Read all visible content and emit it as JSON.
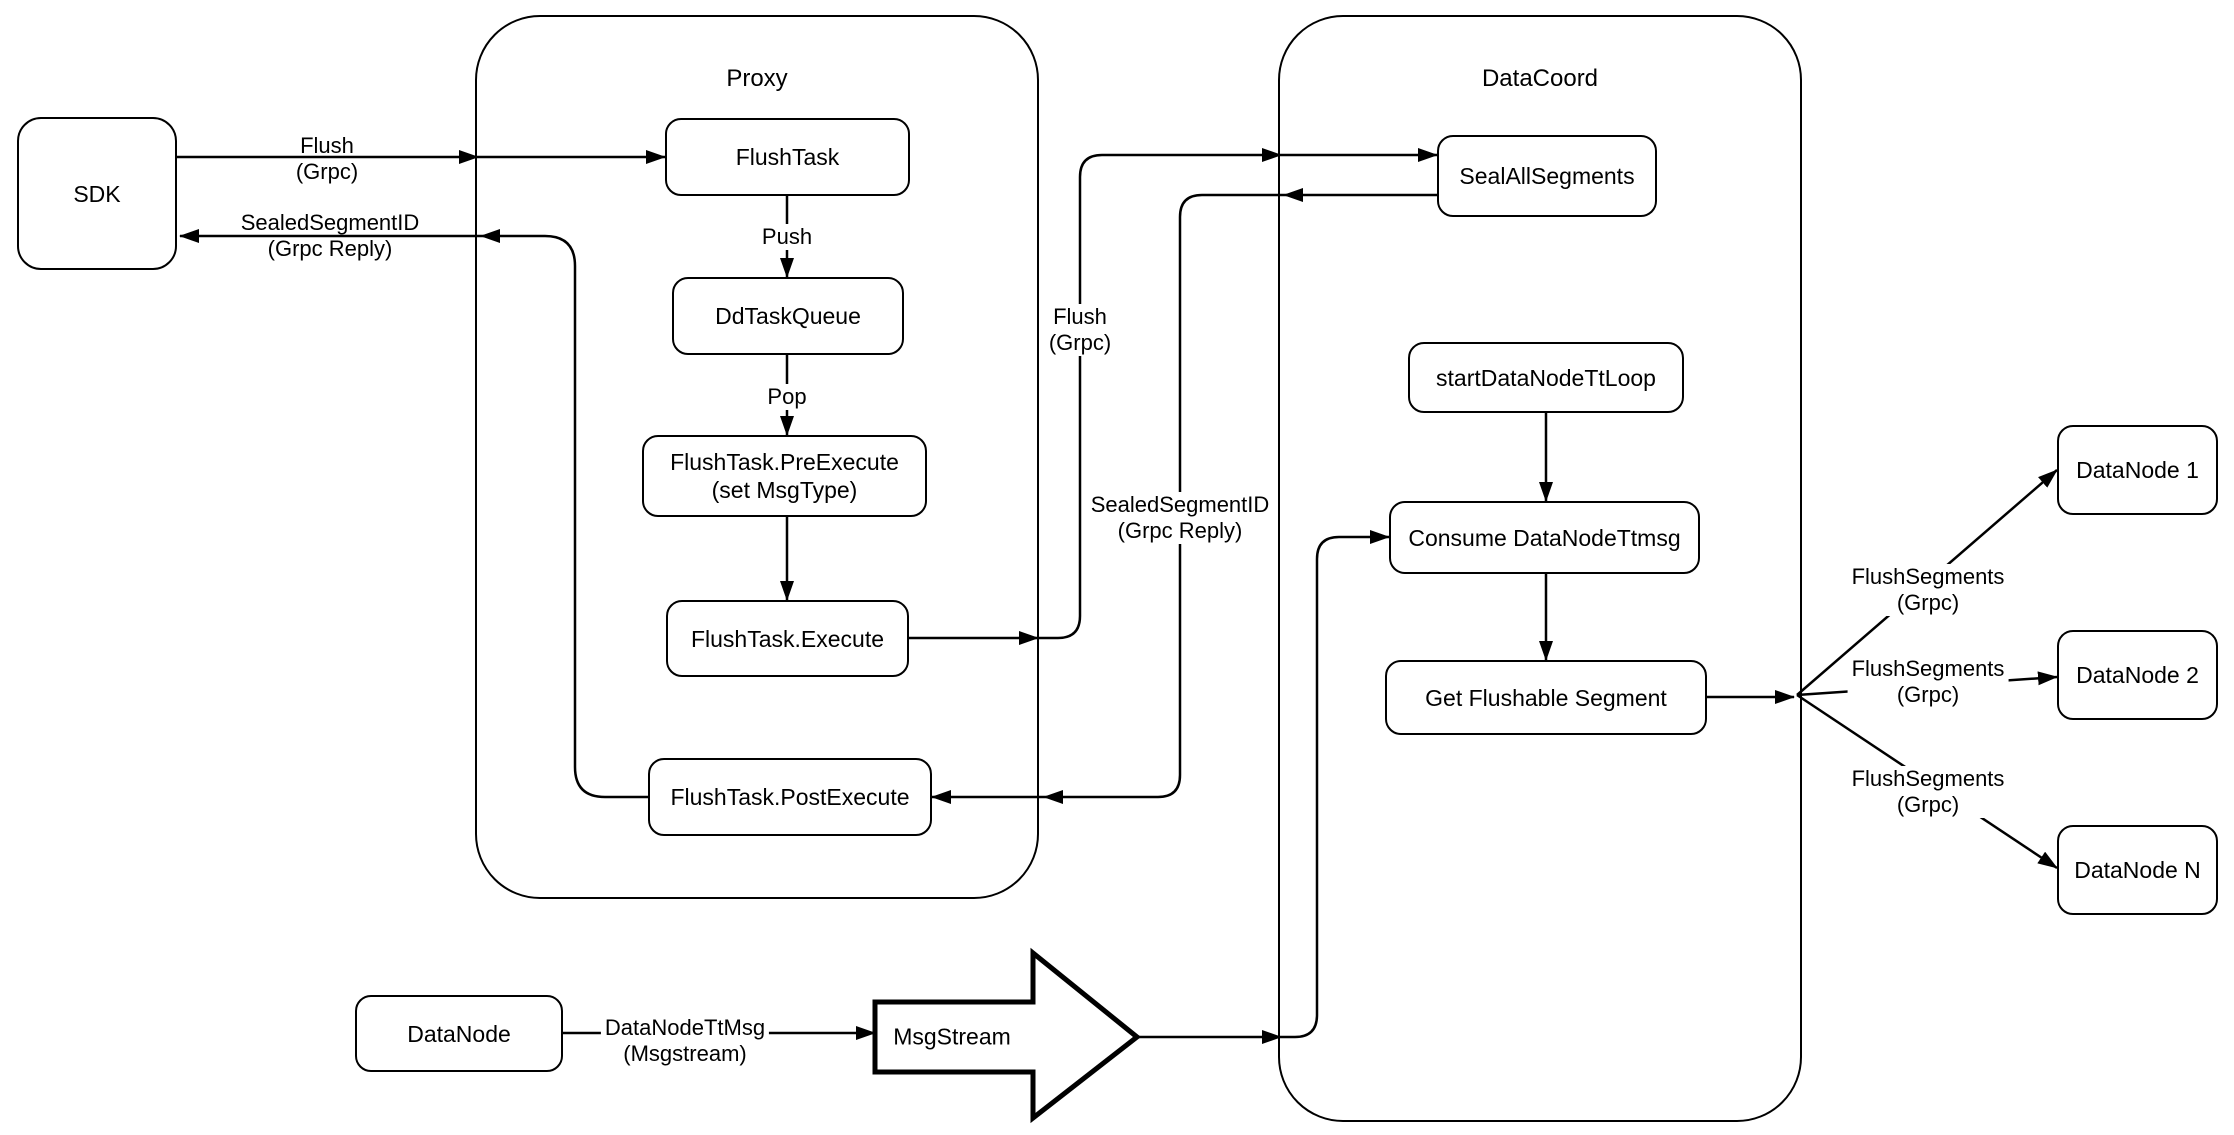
{
  "containers": {
    "proxy": {
      "title": "Proxy"
    },
    "datacoord": {
      "title": "DataCoord"
    }
  },
  "nodes": {
    "sdk": {
      "label": "SDK"
    },
    "flush_task": {
      "label": "FlushTask"
    },
    "dd_task_queue": {
      "label": "DdTaskQueue"
    },
    "pre_execute": {
      "label": "FlushTask.PreExecute",
      "label2": "(set MsgType)"
    },
    "execute": {
      "label": "FlushTask.Execute"
    },
    "post_execute": {
      "label": "FlushTask.PostExecute"
    },
    "seal_all_segments": {
      "label": "SealAllSegments"
    },
    "start_data_node_tt_loop": {
      "label": "startDataNodeTtLoop"
    },
    "consume_data_node_ttmsg": {
      "label": "Consume DataNodeTtmsg"
    },
    "get_flushable_segment": {
      "label": "Get Flushable Segment"
    },
    "data_node_1": {
      "label": "DataNode 1"
    },
    "data_node_2": {
      "label": "DataNode 2"
    },
    "data_node_n": {
      "label": "DataNode N"
    },
    "data_node": {
      "label": "DataNode"
    },
    "msg_stream": {
      "label": "MsgStream"
    }
  },
  "edge_labels": {
    "flush_sdk": {
      "line1": "Flush",
      "line2": "(Grpc)"
    },
    "sealed_sdk": {
      "line1": "SealedSegmentID",
      "line2": "(Grpc Reply)"
    },
    "push": {
      "line1": "Push"
    },
    "pop": {
      "line1": "Pop"
    },
    "flush_proxy": {
      "line1": "Flush",
      "line2": "(Grpc)"
    },
    "sealed_coord": {
      "line1": "SealedSegmentID",
      "line2": "(Grpc Reply)"
    },
    "flush_seg_1": {
      "line1": "FlushSegments",
      "line2": "(Grpc)"
    },
    "flush_seg_2": {
      "line1": "FlushSegments",
      "line2": "(Grpc)"
    },
    "flush_seg_3": {
      "line1": "FlushSegments",
      "line2": "(Grpc)"
    },
    "dn_tt_msg": {
      "line1": "DataNodeTtMsg",
      "line2": "(Msgstream)"
    }
  },
  "colors": {
    "stroke": "#000000",
    "fill": "#ffffff"
  }
}
